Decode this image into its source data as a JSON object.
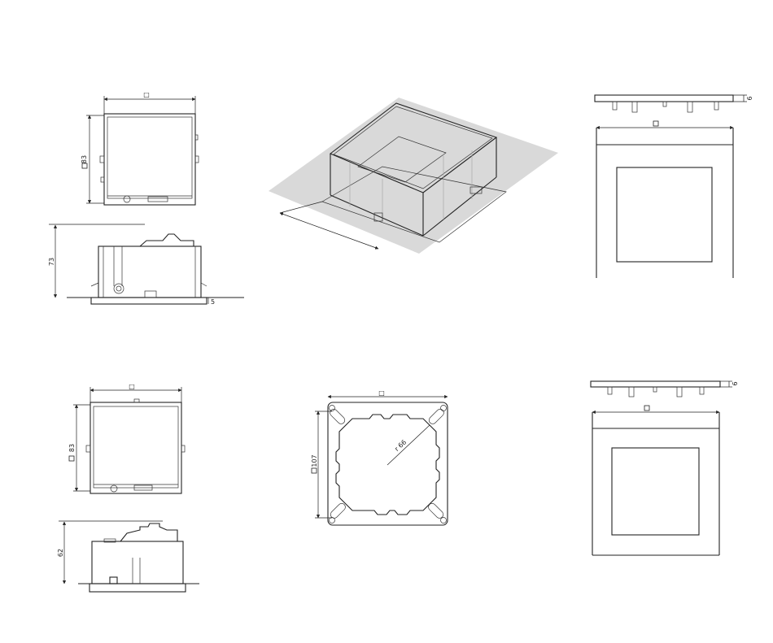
{
  "dimensions": {
    "square_symbol": "□",
    "box_a_front_height": "83",
    "box_a_side_height": "73",
    "box_a_flange": "5",
    "box_b_front_height": "83",
    "box_b_side_height": "62",
    "plate_height": "107",
    "plate_radius": "r 66",
    "cover_a_thickness": "6",
    "cover_b_thickness": "6"
  },
  "colors": {
    "line": "#222222",
    "floor_shade": "#d9d9d9"
  }
}
